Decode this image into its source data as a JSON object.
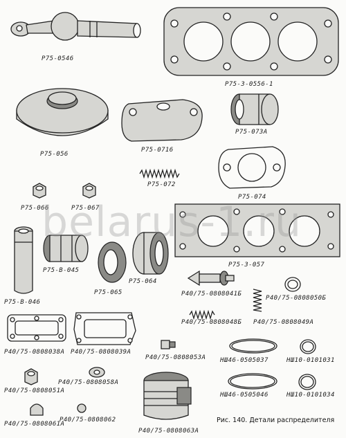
{
  "watermark": "belarus-1.ru",
  "caption": "Рис. 140. Детали распределителя",
  "parts": {
    "lever": "Р75-0546",
    "plate_large": "Р75-3-0556-1",
    "cover_round": "Р75-056",
    "plate_oval": "Р75-0716",
    "bushing": "Р75-073А",
    "spring_small": "Р75-072",
    "gasket_oval": "Р75-074",
    "nut_a": "Р75-066",
    "nut_b": "Р75-067",
    "gasket_large": "Р75-3-057",
    "spool": "Р75-В-046",
    "sleeve_set": "Р75-В-045",
    "ring_a": "Р75-065",
    "ring_b": "Р75-064",
    "valve": "Р40/75-0808041Б",
    "spring_b": "Р40/75-0808048Б",
    "ring_small": "Р40/75-0808050Б",
    "spring_c": "Р40/75-0808049А",
    "gasket_a": "Р40/75-0808038А",
    "gasket_b": "Р40/75-0808039А",
    "union": "Р40/75-0808053А",
    "oring_a": "НШ46-0505037",
    "oring_b": "НШ10-0101031",
    "nut_c": "Р40/75-0808051А",
    "washer": "Р40/75-0808058А",
    "oring_c": "НШ46-0505046",
    "oring_d": "НШ10-0101034",
    "cap_nut": "Р40/75-0808061А",
    "ball": "Р40/75-0808062",
    "plug": "Р40/75-0808063А"
  }
}
